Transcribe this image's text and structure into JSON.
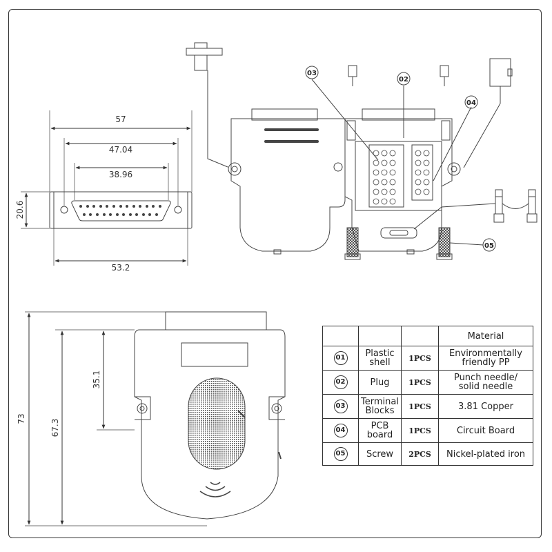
{
  "dimensions": {
    "front_width": "57",
    "front_mount": "47.04",
    "front_shell": "38.96",
    "front_height": "20.6",
    "front_bottom": "53.2",
    "side_total_height": "73",
    "side_body_height": "67.3",
    "side_upper_height": "35.1"
  },
  "callouts": [
    "03",
    "02",
    "04",
    "05"
  ],
  "bom": {
    "header": "Material",
    "rows": [
      {
        "num": "01",
        "name_lines": [
          "Plastic",
          "shell"
        ],
        "qty": "1PCS",
        "material_lines": [
          "Environmentally",
          "friendly PP"
        ]
      },
      {
        "num": "02",
        "name_lines": [
          "Plug"
        ],
        "qty": "1PCS",
        "material_lines": [
          "Punch needle/",
          "solid needle"
        ]
      },
      {
        "num": "03",
        "name_lines": [
          "Terminal",
          "Blocks"
        ],
        "qty": "1PCS",
        "material_lines": [
          "3.81 Copper"
        ]
      },
      {
        "num": "04",
        "name_lines": [
          "PCB",
          "board"
        ],
        "qty": "1PCS",
        "material_lines": [
          "Circuit Board"
        ]
      },
      {
        "num": "05",
        "name_lines": [
          "Screw"
        ],
        "qty": "2PCS",
        "material_lines": [
          "Nickel-plated iron"
        ]
      }
    ]
  }
}
